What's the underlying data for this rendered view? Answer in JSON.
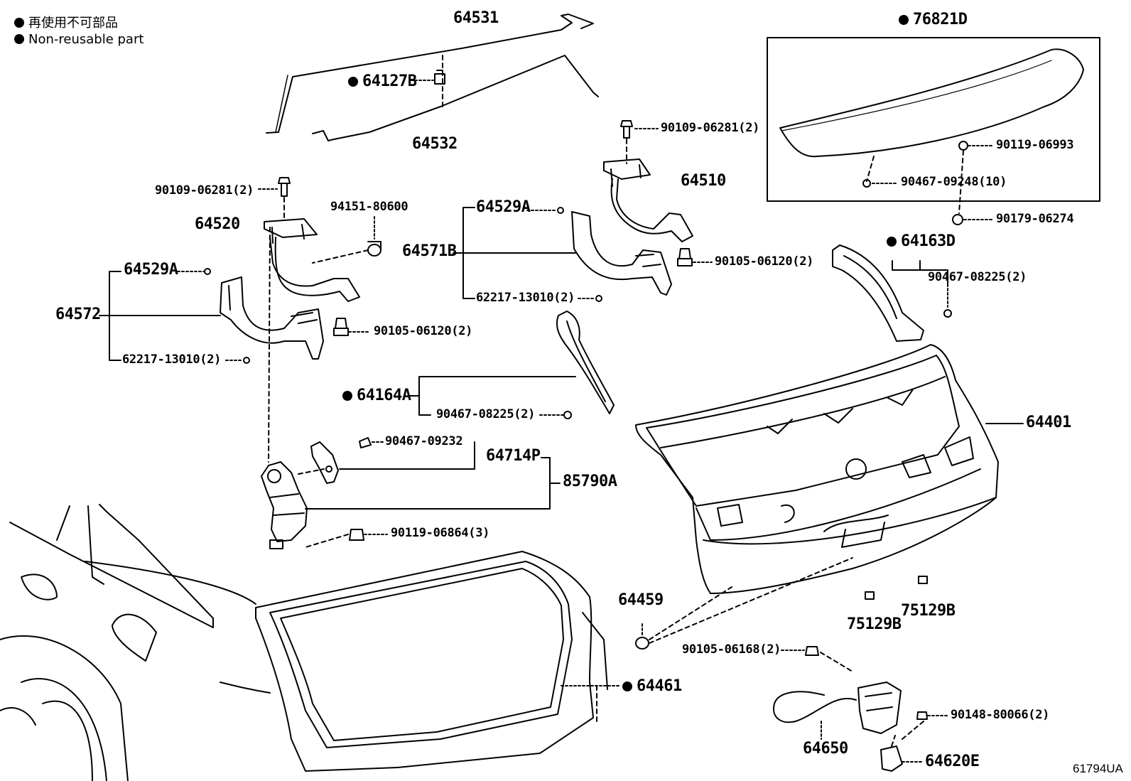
{
  "legend": {
    "marker": "●",
    "line1": "再使用不可部品",
    "line2": "Non-reusable part"
  },
  "diagram_code": "61794UA",
  "parts": {
    "p64531": "64531",
    "p64127B": "64127B",
    "p64532": "64532",
    "p76821D": "76821D",
    "p90119_06993": "90119-06993",
    "p90467_09248": "90467-09248(10)",
    "p90179_06274": "90179-06274",
    "p90109_06281_r": "90109-06281(2)",
    "p64510": "64510",
    "p90109_06281_l": "90109-06281(2)",
    "p94151_80600": "94151-80600",
    "p64520": "64520",
    "p64529A_c": "64529A",
    "p64571B": "64571B",
    "p90105_06120_r": "90105-06120(2)",
    "p62217_13010_c": "62217-13010(2)",
    "p64163D": "64163D",
    "p90467_08225_r": "90467-08225(2)",
    "p64529A_l": "64529A",
    "p64572": "64572",
    "p90105_06120_l": "90105-06120(2)",
    "p62217_13010_l": "62217-13010(2)",
    "p64164A": "64164A",
    "p90467_08225_c": "90467-08225(2)",
    "p64401": "64401",
    "p90467_09232": "90467-09232",
    "p64714P": "64714P",
    "p85790A": "85790A",
    "p90119_06864": "90119-06864(3)",
    "p64459": "64459",
    "p75129B_a": "75129B",
    "p75129B_b": "75129B",
    "p64461": "64461",
    "p90105_06168": "90105-06168(2)",
    "p90148_80066": "90148-80066(2)",
    "p64650": "64650",
    "p64620E": "64620E"
  }
}
